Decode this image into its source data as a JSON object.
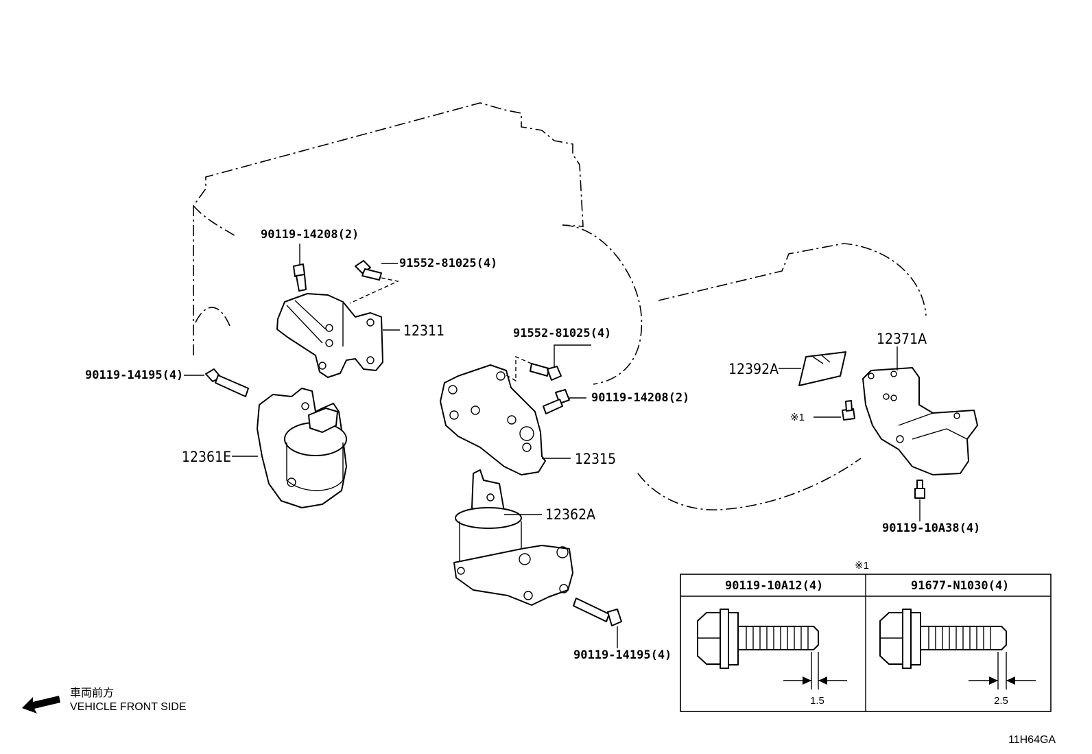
{
  "labels": {
    "p_90119_14208_a": "90119-14208(2)",
    "p_91552_81025_a": "91552-81025(4)",
    "p_12311": "12311",
    "p_90119_14195_a": "90119-14195(4)",
    "p_12361E": "12361E",
    "p_91552_81025_b": "91552-81025(4)",
    "p_90119_14208_b": "90119-14208(2)",
    "p_12315": "12315",
    "p_12362A": "12362A",
    "p_90119_14195_b": "90119-14195(4)",
    "p_12392A": "12392A",
    "p_12371A": "12371A",
    "p_note1": "※1",
    "p_90119_10A38": "90119-10A38(4)"
  },
  "detail_table": {
    "ref_mark": "※1",
    "columns": [
      {
        "part_number": "90119-10A12(4)",
        "dimension": "1.5"
      },
      {
        "part_number": "91677-N1030(4)",
        "dimension": "2.5"
      }
    ]
  },
  "direction": {
    "jp": "車両前方",
    "en": "VEHICLE FRONT SIDE"
  },
  "diagram_code": "11H64GA"
}
